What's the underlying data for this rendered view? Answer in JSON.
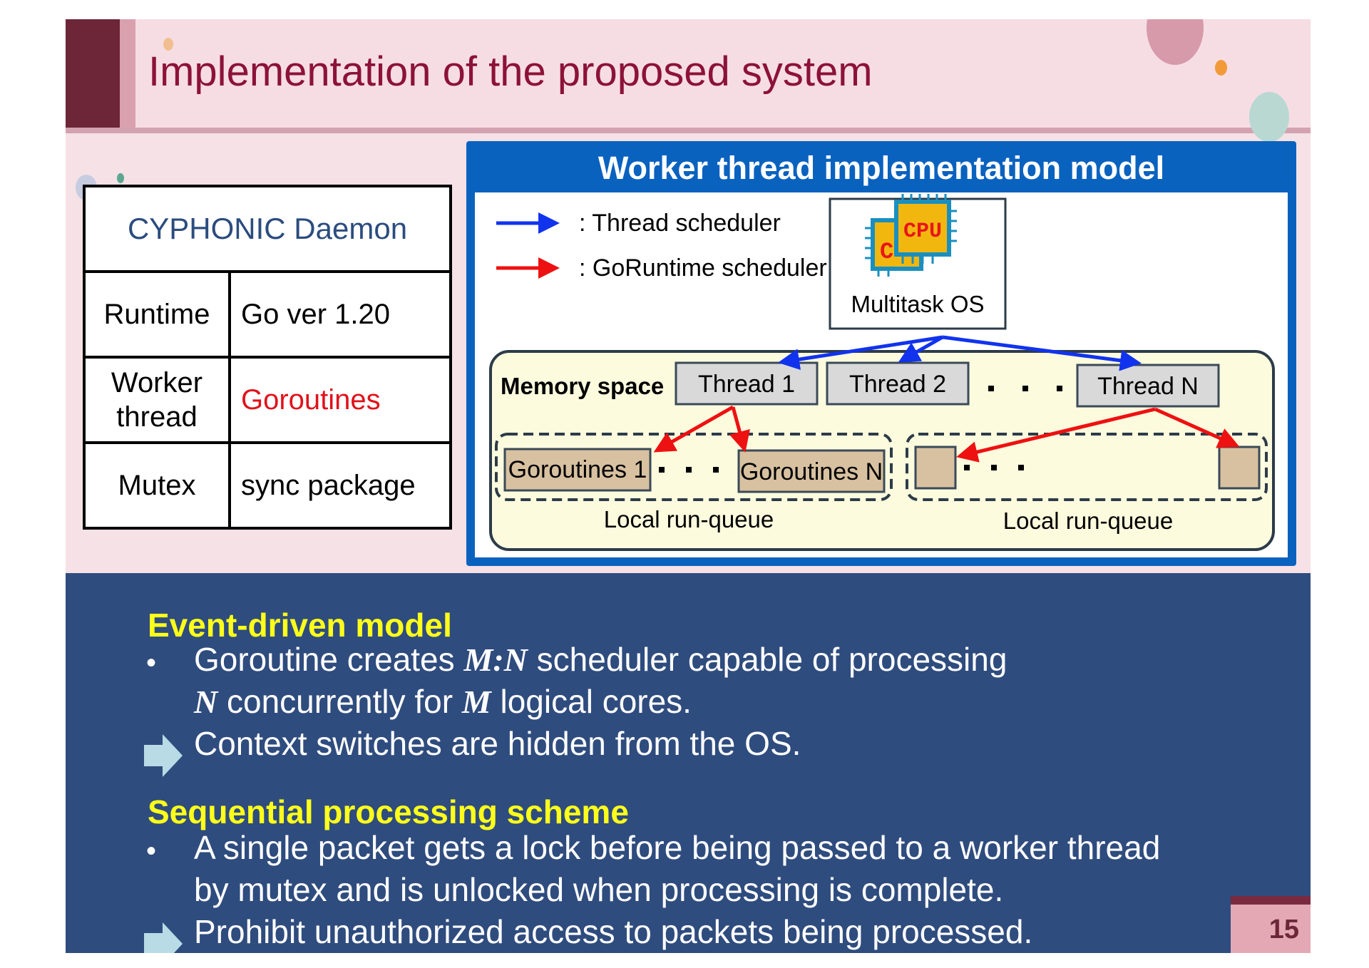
{
  "slide": {
    "title": "Implementation of the proposed system",
    "page_number": "15"
  },
  "daemon_table": {
    "header": "CYPHONIC Daemon",
    "rows": [
      {
        "key": "Runtime",
        "value": "Go ver 1.20"
      },
      {
        "key_line1": "Worker",
        "key_line2": "thread",
        "value": "Goroutines"
      },
      {
        "key": "Mutex",
        "value": "sync package"
      }
    ]
  },
  "model": {
    "title": "Worker thread implementation model",
    "legend": {
      "thread_scheduler": ": Thread scheduler",
      "goruntime_scheduler": ": GoRuntime scheduler"
    },
    "os_label": "Multitask OS",
    "cpu_label": "CPU",
    "memory_label": "Memory space",
    "threads": [
      "Thread 1",
      "Thread 2",
      "Thread N"
    ],
    "goroutines": [
      "Goroutines 1",
      "Goroutines N"
    ],
    "run_queue_label": "Local run-queue"
  },
  "content": {
    "heading1": "Event-driven model",
    "bullet1_a": "Goroutine creates",
    "bullet1_b": "M:N",
    "bullet1_c": "scheduler capable of processing",
    "bullet1_d": "N",
    "bullet1_e": "concurrently for",
    "bullet1_f": "M",
    "bullet1_g": "logical cores.",
    "arrow1": "Context switches are hidden from the OS.",
    "heading2": "Sequential processing scheme",
    "bullet2_line1": "A single packet gets a lock before being passed to a worker thread",
    "bullet2_line2": "by mutex and is unlocked when processing is complete.",
    "arrow2": "Prohibit unauthorized access to packets being processed.",
    "bullet_symbol": "•"
  },
  "colors": {
    "title": "#8c1238",
    "heading": "#ffff1a",
    "model_border": "#0a62bf",
    "thread_arrow": "#1133ee",
    "goruntime_arrow": "#ee1111"
  }
}
